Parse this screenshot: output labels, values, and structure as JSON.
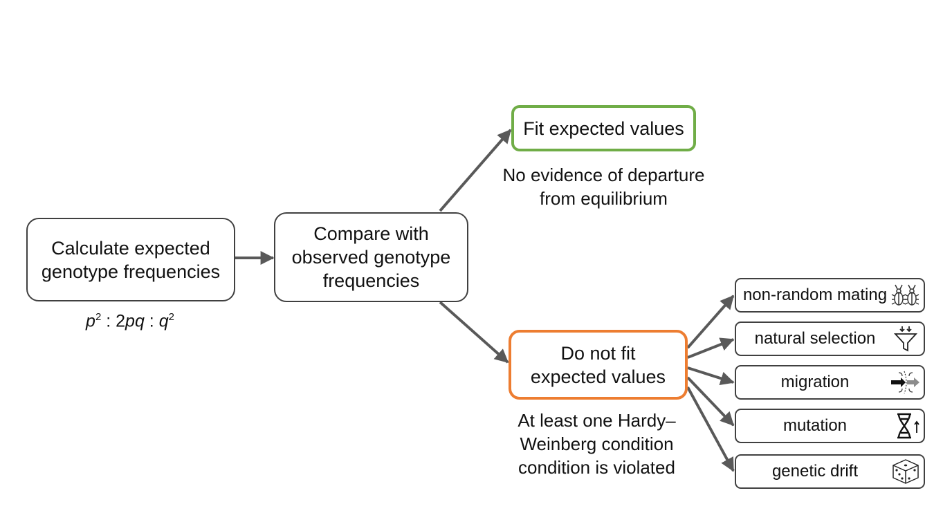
{
  "nodes": {
    "calculate": [
      "Calculate expected",
      "genotype frequencies"
    ],
    "compare": [
      "Compare with",
      "observed genotype",
      "frequencies"
    ],
    "fit": "Fit expected values",
    "not_fit": [
      "Do not fit",
      "expected values"
    ]
  },
  "formula": {
    "p": "p",
    "exp1": "2",
    "sep1": " : 2",
    "pq": "pq",
    "sep2": " : ",
    "q": "q",
    "exp2": "2"
  },
  "notes": {
    "fit": [
      "No evidence of departure",
      "from equilibrium"
    ],
    "not_fit": [
      "At least one Hardy–",
      "Weinberg condition",
      "condition is violated"
    ]
  },
  "causes": [
    {
      "label": "non-random mating",
      "icon": "beetles-icon"
    },
    {
      "label": "natural selection",
      "icon": "funnel-icon"
    },
    {
      "label": "migration",
      "icon": "migration-arrows-icon"
    },
    {
      "label": "mutation",
      "icon": "dna-icon"
    },
    {
      "label": "genetic drift",
      "icon": "dice-icon"
    }
  ],
  "colors": {
    "box_border": "#404040",
    "arrow": "#595959",
    "fit_border": "#70ad47",
    "not_fit_border": "#ed7d31"
  }
}
